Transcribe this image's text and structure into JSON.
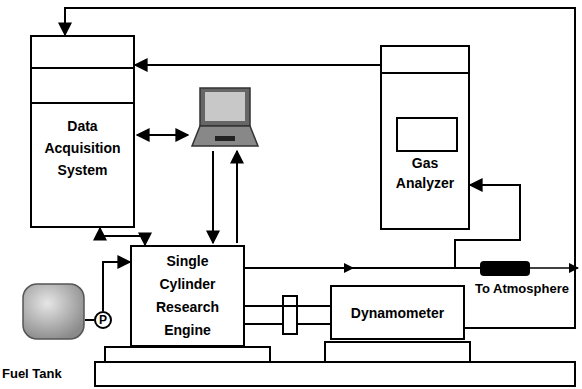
{
  "diagram": {
    "nodes": [
      {
        "text": [
          "Data Acquisition System"
        ]
      },
      {
        "text": [
          "Gas Analyzer"
        ]
      },
      {
        "text": [
          "Single Cylinder Research Engine"
        ]
      },
      {
        "text": [
          "Fuel Tank"
        ]
      },
      {
        "text": [
          "P"
        ]
      },
      {
        "text": [
          "Dynamometer"
        ]
      }
    ],
    "edges": [
      {
        "from": 5,
        "to": 0,
        "arrow": "to"
      },
      {
        "from": 1,
        "to": 0,
        "arrow": "to"
      },
      {
        "from": 0,
        "to": 2,
        "arrow": "both"
      },
      {
        "from": 2,
        "to": 1,
        "arrow": "to"
      },
      {
        "from": 3,
        "to": 4,
        "arrow": "none"
      },
      {
        "from": 4,
        "to": 2,
        "arrow": "to"
      },
      {
        "from": 2,
        "to": 5,
        "arrow": "none"
      }
    ],
    "labels": [
      "To Atmosphere"
    ]
  }
}
